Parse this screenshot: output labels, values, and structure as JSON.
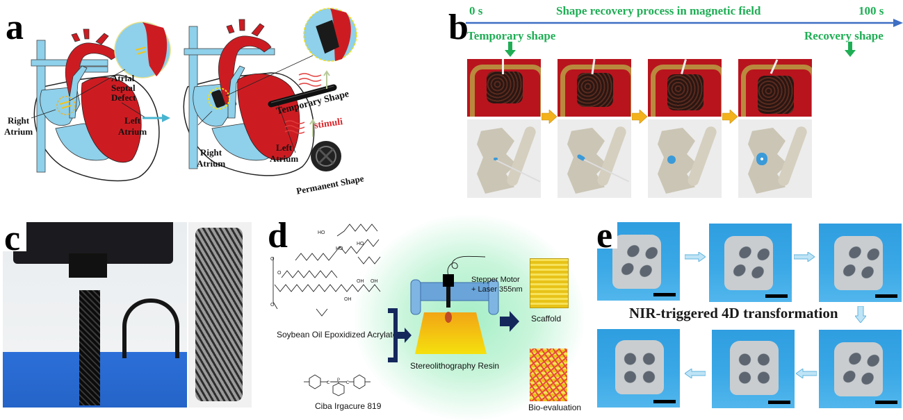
{
  "panels": {
    "a": {
      "label": "a",
      "left_heart": {
        "right_atrium": [
          "Right",
          "Atrium"
        ],
        "left_atrium": [
          "Left",
          "Atrium"
        ],
        "defect": [
          "Atrial",
          "Septal",
          "Defect"
        ]
      },
      "right_heart": {
        "right_atrium": [
          "Right",
          "Atrium"
        ],
        "left_atrium": [
          "Left",
          "Atrium"
        ]
      },
      "temporary_shape": "Temporary Shape",
      "stimuli": "stimuli",
      "permanent_shape": "Permanent Shape"
    },
    "b": {
      "label": "b",
      "time_start": "0 s",
      "timeline_title": "Shape recovery process in magnetic field",
      "time_end": "100 s",
      "temporary_shape": "Temporary shape",
      "recovery_shape": "Recovery shape",
      "frames": 4
    },
    "c": {
      "label": "c"
    },
    "d": {
      "label": "d",
      "soybean": "Soybean Oil Epoxidized Acrylate",
      "ciba": "Ciba Irgacure 819",
      "stepper": [
        "Stepper Motor",
        "+ Laser 355nm"
      ],
      "resin": "Stereolithography Resin",
      "scaffold": "Scaffold",
      "bio": "Bio-evaluation",
      "chem_labels": {
        "ho": "HO",
        "oh": "OH",
        "o": "O",
        "p": "P",
        "c": "C"
      }
    },
    "e": {
      "label": "e",
      "title": "NIR-triggered 4D transformation",
      "frames": 6
    }
  },
  "colors": {
    "blood_red": "#cc1c22",
    "vein_blue": "#8fd0ea",
    "timeline_blue": "#3e6fc3",
    "label_green": "#1fae55",
    "orange_arrow": "#f3b21c",
    "navy": "#14285c",
    "photo_blue": "#2f9ee0"
  }
}
